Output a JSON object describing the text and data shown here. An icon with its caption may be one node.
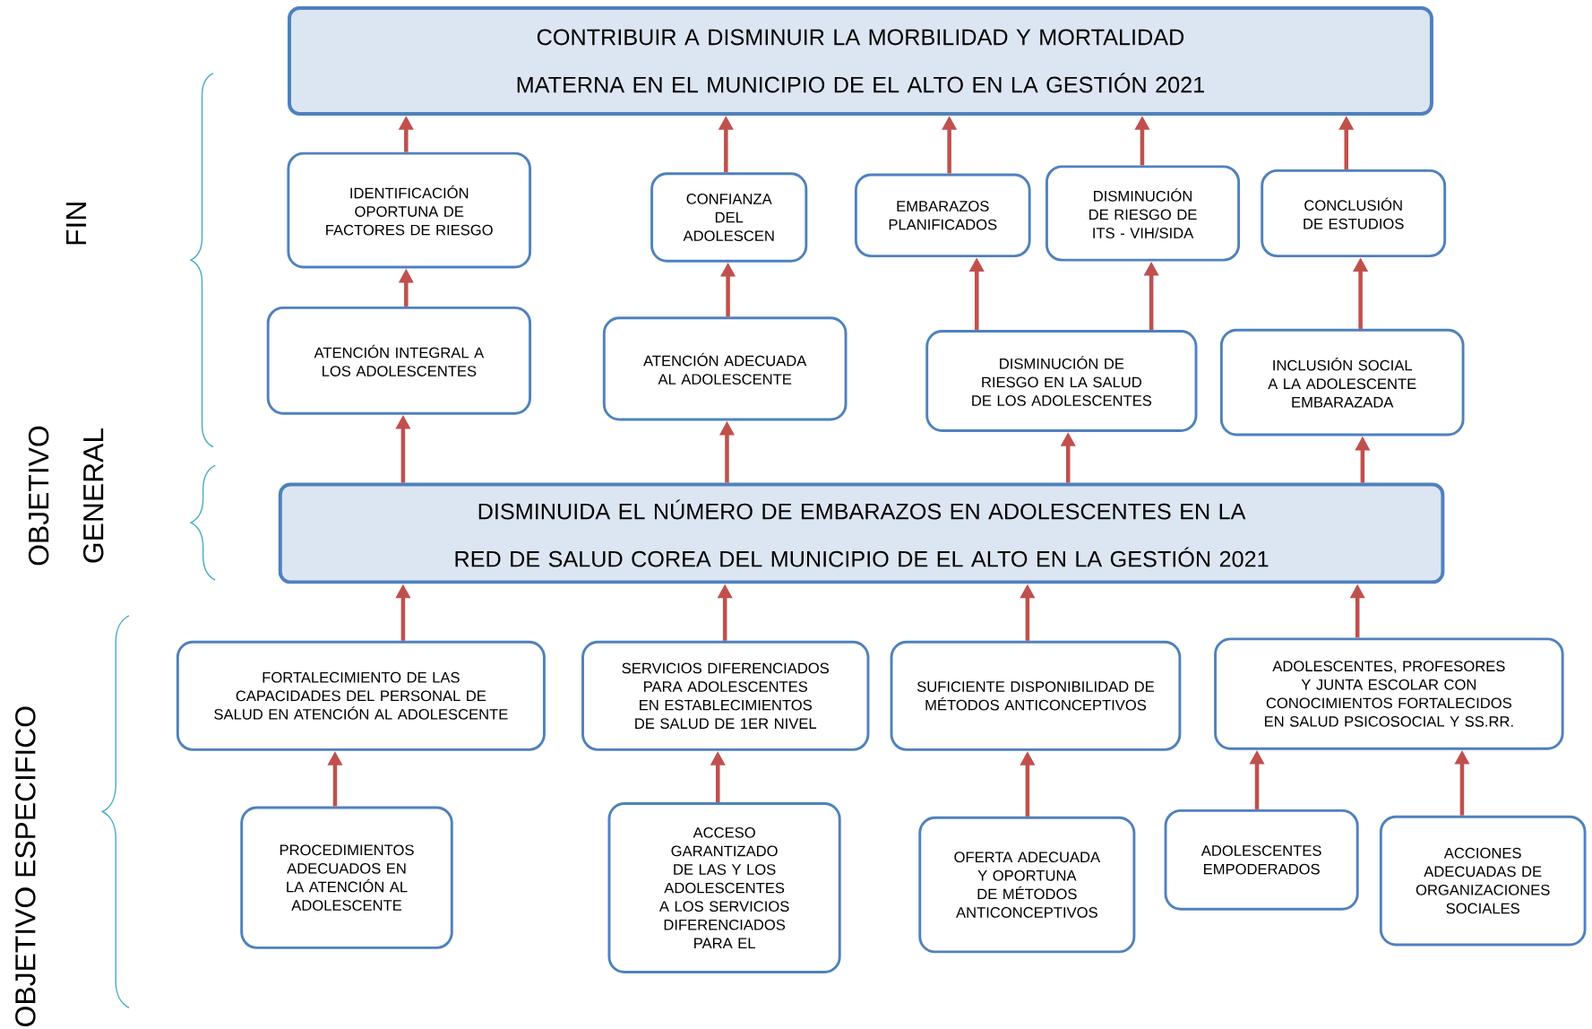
{
  "diagram": {
    "nodes": [
      {
        "text": [
          "CONTRIBUIR A DISMINUIR LA MORBILIDAD Y MORTALIDAD MATERNA EN EL MUNICIPIO DE EL ALTO EN LA GESTIÓN 2021"
        ]
      },
      {
        "text": [
          "IDENTIFICACIÓN OPORTUNA DE FACTORES DE RIESGO"
        ]
      },
      {
        "text": [
          "CONFIANZA DEL ADOLESCEN"
        ]
      },
      {
        "text": [
          "EMBARAZOS PLANIFICADOS"
        ]
      },
      {
        "text": [
          "DISMINUCIÓN DE RIESGO DE ITS - VIH/SIDA"
        ]
      },
      {
        "text": [
          "CONCLUSIÓN DE ESTUDIOS"
        ]
      },
      {
        "text": [
          "ATENCIÓN INTEGRAL A LOS ADOLESCENTES"
        ]
      },
      {
        "text": [
          "ATENCIÓN ADECUADA AL ADOLESCENTE"
        ]
      },
      {
        "text": [
          "DISMINUCIÓN DE RIESGO EN LA SALUD DE LOS ADOLESCENTES"
        ]
      },
      {
        "text": [
          "INCLUSIÓN SOCIAL A LA ADOLESCENTE EMBARAZADA"
        ]
      },
      {
        "text": [
          "DISMINUIDA EL NÚMERO DE EMBARAZOS EN ADOLESCENTES EN LA RED DE SALUD COREA DEL MUNICIPIO DE EL ALTO EN LA GESTIÓN 2021"
        ]
      },
      {
        "text": [
          "FORTALECIMIENTO DE LAS CAPACIDADES DEL PERSONAL DE SALUD EN ATENCIÓN AL ADOLESCENTE"
        ]
      },
      {
        "text": [
          "SERVICIOS DIFERENCIADOS PARA ADOLESCENTES EN ESTABLECIMIENTOS DE SALUD DE 1ER NIVEL"
        ]
      },
      {
        "text": [
          "SUFICIENTE DISPONIBILIDAD DE MÉTODOS ANTICONCEPTIVOS"
        ]
      },
      {
        "text": [
          "ADOLESCENTES, PROFESORES Y JUNTA ESCOLAR CON CONOCIMIENTOS FORTALECIDOS EN SALUD PSICOSOCIAL Y SS.RR."
        ]
      },
      {
        "text": [
          "PROCEDIMIENTOS ADECUADOS EN LA ATENCIÓN AL ADOLESCENTE"
        ]
      },
      {
        "text": [
          "ACCESO GARANTIZADO DE LAS Y LOS ADOLESCENTES A LOS SERVICIOS DIFERENCIADOS PARA EL"
        ]
      },
      {
        "text": [
          "OFERTA ADECUADA Y OPORTUNA DE MÉTODOS ANTICONCEPTIVOS"
        ]
      },
      {
        "text": [
          "ADOLESCENTES EMPODERADOS"
        ]
      },
      {
        "text": [
          "ACCIONES ADECUADAS DE ORGANIZACIONES SOCIALES"
        ]
      }
    ],
    "edges": [
      {
        "from": 1,
        "to": 0,
        "arrow": "to"
      },
      {
        "from": 2,
        "to": 0,
        "arrow": "to"
      },
      {
        "from": 3,
        "to": 0,
        "arrow": "to"
      },
      {
        "from": 4,
        "to": 0,
        "arrow": "to"
      },
      {
        "from": 5,
        "to": 0,
        "arrow": "to"
      },
      {
        "from": 6,
        "to": 1,
        "arrow": "to"
      },
      {
        "from": 7,
        "to": 2,
        "arrow": "to"
      },
      {
        "from": 8,
        "to": 3,
        "arrow": "to"
      },
      {
        "from": 8,
        "to": 4,
        "arrow": "to"
      },
      {
        "from": 9,
        "to": 5,
        "arrow": "to"
      },
      {
        "from": 10,
        "to": 6,
        "arrow": "to"
      },
      {
        "from": 10,
        "to": 7,
        "arrow": "to"
      },
      {
        "from": 10,
        "to": 8,
        "arrow": "to"
      },
      {
        "from": 10,
        "to": 9,
        "arrow": "to"
      },
      {
        "from": 11,
        "to": 10,
        "arrow": "to"
      },
      {
        "from": 12,
        "to": 10,
        "arrow": "to"
      },
      {
        "from": 13,
        "to": 10,
        "arrow": "to"
      },
      {
        "from": 14,
        "to": 10,
        "arrow": "to"
      },
      {
        "from": 15,
        "to": 11,
        "arrow": "to"
      },
      {
        "from": 16,
        "to": 12,
        "arrow": "to"
      },
      {
        "from": 17,
        "to": 13,
        "arrow": "to"
      },
      {
        "from": 18,
        "to": 14,
        "arrow": "to"
      },
      {
        "from": 19,
        "to": 14,
        "arrow": "to"
      }
    ],
    "labels": [
      "FIN",
      "OBJETIVO GENERAL",
      "OBJETIVO ESPECIFICO"
    ]
  }
}
